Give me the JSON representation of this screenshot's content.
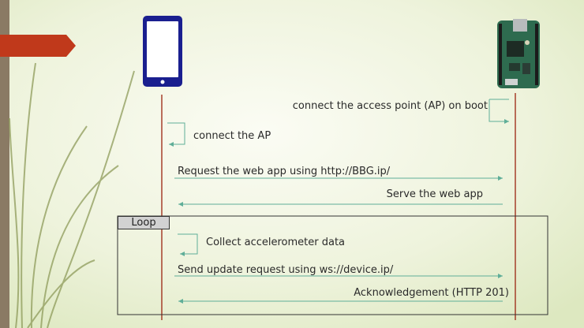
{
  "diagram": {
    "participants": [
      {
        "id": "phone",
        "icon": "smartphone-icon"
      },
      {
        "id": "board",
        "icon": "beaglebone-board-icon"
      }
    ],
    "messages": [
      {
        "from": "board",
        "to": "board",
        "text": "connect the access point (AP)  on boot"
      },
      {
        "from": "phone",
        "to": "phone",
        "text": "connect the AP"
      },
      {
        "from": "phone",
        "to": "board",
        "text": "Request the web app using http://BBG.ip/"
      },
      {
        "from": "board",
        "to": "phone",
        "text": "Serve the web app"
      },
      {
        "from": "phone",
        "to": "phone",
        "text": "Collect accelerometer data"
      },
      {
        "from": "phone",
        "to": "board",
        "text": "Send update request using ws://device.ip/"
      },
      {
        "from": "board",
        "to": "phone",
        "text": "Acknowledgement (HTTP 201)"
      }
    ],
    "loop_label": "Loop"
  },
  "colors": {
    "background": "#eef3dc",
    "left_bar": "#8a7a64",
    "red_tab": "#c0391b",
    "lifeline": "#a0321e",
    "arrow": "#5fae98",
    "phone": "#1a1f8f"
  }
}
